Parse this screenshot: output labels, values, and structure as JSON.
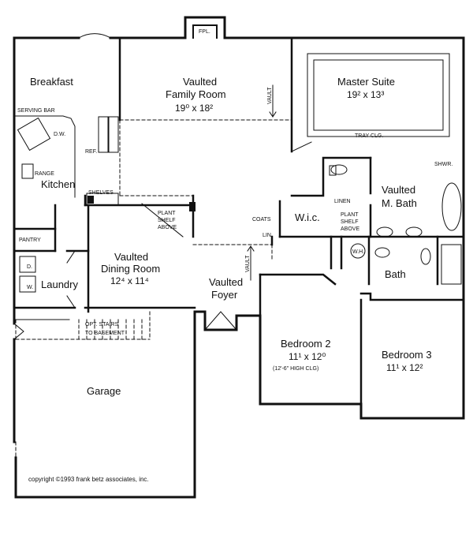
{
  "rooms": {
    "breakfast": "Breakfast",
    "family_name": "Vaulted",
    "family_name2": "Family Room",
    "family_dim": "19⁰ x 18²",
    "master_name": "Master Suite",
    "master_dim": "19² x 13³",
    "kitchen": "Kitchen",
    "dining_name": "Vaulted",
    "dining_name2": "Dining Room",
    "dining_dim": "12⁴ x 11⁴",
    "laundry": "Laundry",
    "pantry": "PANTRY",
    "foyer_name": "Vaulted",
    "foyer_name2": "Foyer",
    "wic": "W.i.c.",
    "mbath_name": "Vaulted",
    "mbath_name2": "M. Bath",
    "bath": "Bath",
    "bed2_name": "Bedroom 2",
    "bed2_dim": "11¹ x 12⁰",
    "bed2_note": "(12'-6\" HIGH CLG)",
    "bed3_name": "Bedroom 3",
    "bed3_dim": "11¹ x 12²",
    "garage": "Garage"
  },
  "notes": {
    "fpl": "FPL.",
    "serving_bar": "SERVING BAR",
    "dw": "D.W.",
    "ref": "REF.",
    "range": "RANGE",
    "shelves": "SHELVES",
    "plant_shelf_1": "PLANT",
    "plant_shelf_2": "SHELF",
    "plant_shelf_3": "ABOVE",
    "vault": "VAULT",
    "tray_clg": "TRAY CLG.",
    "shwr": "SHWR.",
    "linen": "LINEN",
    "coats": "COATS",
    "lin": "LIN.",
    "wh": "W.H.",
    "d": "D.",
    "w": "W.",
    "opt_stairs": "OPT. STAIRS",
    "to_basement": "TO BASEMENT"
  },
  "copyright": "copyright ©1993 frank betz associates, inc."
}
